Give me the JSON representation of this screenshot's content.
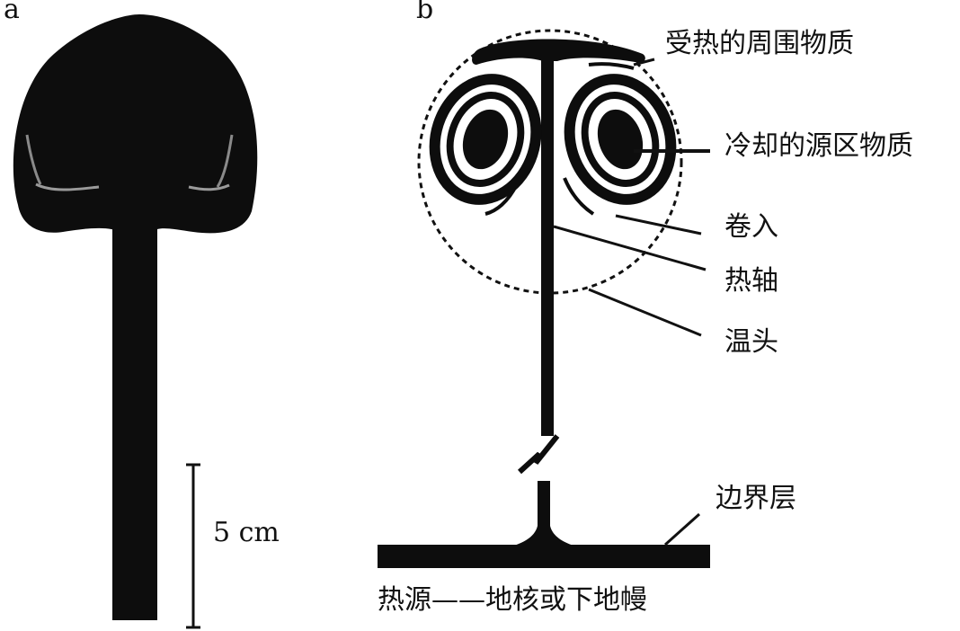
{
  "panels": {
    "a": "a",
    "b": "b"
  },
  "scale_bar": {
    "label": "5 cm"
  },
  "labels": {
    "heated_matter": "受热的周围物质",
    "cooled_source": "冷却的源区物质",
    "entrainment": "卷入",
    "hot_axis": "热轴",
    "thermal_head": "温头",
    "boundary_layer": "边界层",
    "heat_source": "热源——地核或下地幔"
  }
}
